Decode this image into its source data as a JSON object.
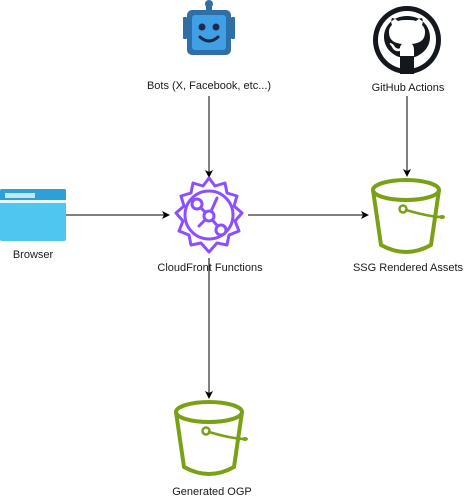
{
  "nodes": {
    "bots": {
      "label": "Bots (X, Facebook, etc...)",
      "icon": "robot-icon"
    },
    "github": {
      "label": "GitHub Actions",
      "icon": "github-icon"
    },
    "browser": {
      "label": "Browser",
      "icon": "browser-window-icon"
    },
    "cloudfront": {
      "label": "CloudFront Functions",
      "icon": "cloudfront-functions-icon"
    },
    "ssg": {
      "label": "SSG Rendered Assets",
      "icon": "s3-bucket-icon"
    },
    "ogp": {
      "label": "Generated OGP",
      "icon": "s3-bucket-icon"
    }
  },
  "colors": {
    "robot": "#2f6fa8",
    "robot_face": "#3fa0e6",
    "github": "#14181c",
    "browser": "#2f9fd8",
    "browser_light": "#4fc6f0",
    "lambda": "#8c4fff",
    "bucket": "#7aa116",
    "arrow": "#000000"
  }
}
